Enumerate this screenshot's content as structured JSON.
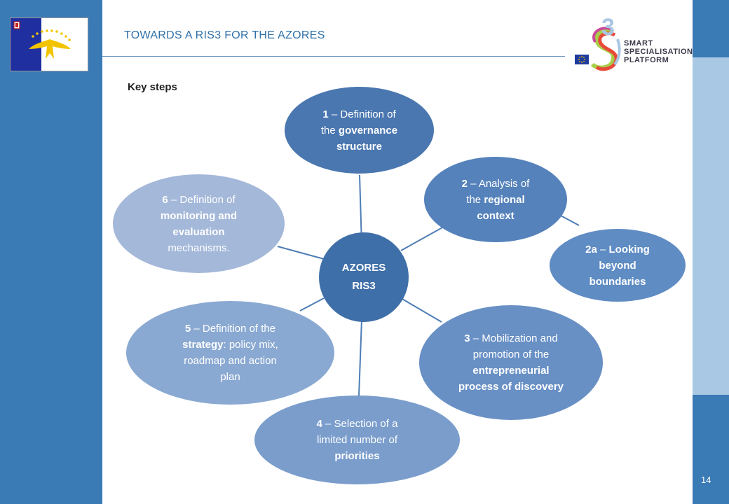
{
  "header": {
    "title": "TOWARDS A RIS3 FOR THE AZORES",
    "section": "Key steps"
  },
  "logo": {
    "lines": [
      "SMART",
      "SPECIALISATION",
      "PLATFORM"
    ],
    "digit": "3"
  },
  "colors": {
    "center": "#3f6fa8",
    "step1": "#4a77b0",
    "step2": "#5582bb",
    "step2a": "#5f8cc3",
    "step3": "#6890c5",
    "step4": "#7a9dcc",
    "step5": "#8aa9d2",
    "step6": "#a4b8d9"
  },
  "diagram": {
    "center": {
      "line1": "AZORES",
      "line2": "RIS3"
    },
    "nodes": [
      {
        "id": "step1",
        "parts": [
          [
            "1",
            true
          ],
          [
            " – Definition of\nthe ",
            false
          ],
          [
            "governance\nstructure",
            true
          ]
        ]
      },
      {
        "id": "step2",
        "parts": [
          [
            "2",
            true
          ],
          [
            " – Analysis of\nthe ",
            false
          ],
          [
            "regional\ncontext",
            true
          ]
        ]
      },
      {
        "id": "step2a",
        "parts": [
          [
            "2a",
            true
          ],
          [
            " – ",
            false
          ],
          [
            "Looking\nbeyond\nboundaries",
            true
          ]
        ]
      },
      {
        "id": "step3",
        "parts": [
          [
            "3",
            true
          ],
          [
            " – Mobilization and\npromotion of the\n",
            false
          ],
          [
            "entrepreneurial\nprocess of discovery",
            true
          ]
        ]
      },
      {
        "id": "step4",
        "parts": [
          [
            "4",
            true
          ],
          [
            " – Selection of a\nlimited number of\n",
            false
          ],
          [
            "priorities",
            true
          ]
        ]
      },
      {
        "id": "step5",
        "parts": [
          [
            "5",
            true
          ],
          [
            " – Definition of the\n",
            false
          ],
          [
            "strategy",
            true
          ],
          [
            ": policy mix,\nroadmap and action\nplan",
            false
          ]
        ]
      },
      {
        "id": "step6",
        "parts": [
          [
            "6",
            true
          ],
          [
            " – Definition of\n",
            false
          ],
          [
            "monitoring and\nevaluation",
            true
          ],
          [
            "\nmechanisms.",
            false
          ]
        ]
      }
    ]
  },
  "page_number": "14"
}
